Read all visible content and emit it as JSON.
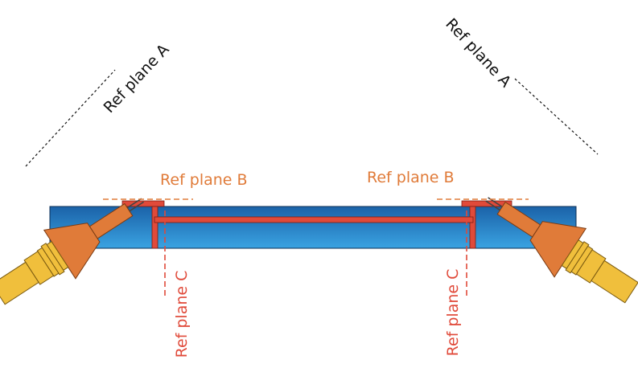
{
  "labels": {
    "ref_plane_a": "Ref plane A",
    "ref_plane_b": "Ref plane B",
    "ref_plane_c": "Ref plane C"
  },
  "colors": {
    "plane_a_text": "#111111",
    "plane_b_text": "#e07b39",
    "plane_c_text": "#e04a3a",
    "substrate_top": "#1b62a8",
    "substrate_bottom": "#3aa3e2",
    "trace": "#e04a3a",
    "probe_body": "#e07b39",
    "probe_connector": "#f0bf3c"
  }
}
